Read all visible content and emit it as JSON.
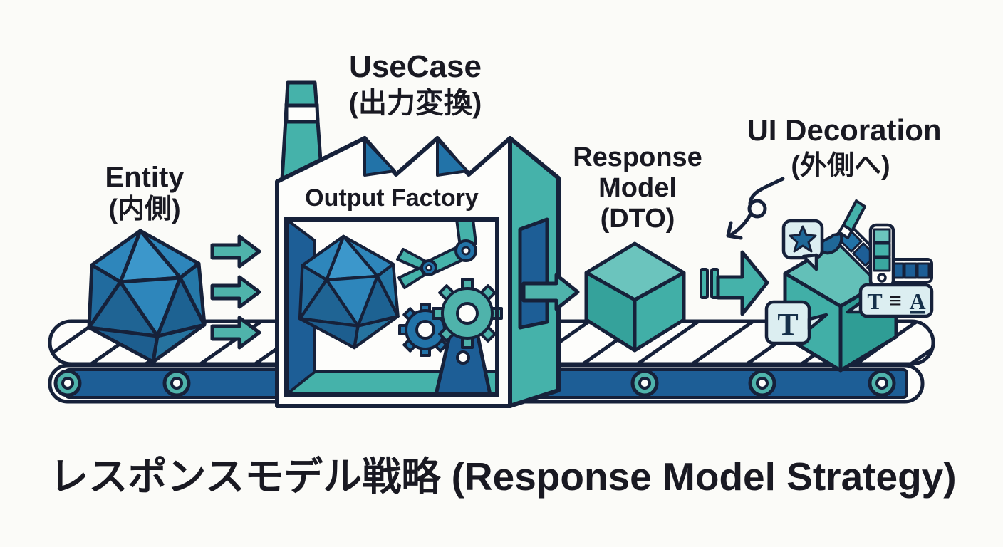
{
  "diagram": {
    "title": "レスポンスモデル戦略 (Response Model Strategy)",
    "stages": {
      "entity": {
        "label": "Entity",
        "sublabel": "(内側)"
      },
      "usecase": {
        "label": "UseCase",
        "sublabel": "(出力変換)",
        "factory_name": "Output Factory"
      },
      "response_model": {
        "line1": "Response",
        "line2": "Model",
        "line3": "(DTO)"
      },
      "ui_decoration": {
        "label": "UI Decoration",
        "sublabel": "(外側へ)"
      }
    },
    "badges": {
      "text_bubble": "T",
      "typography": {
        "t": "T",
        "equiv": "≡",
        "a": "A"
      }
    },
    "icons": [
      "entity-icosahedron",
      "flow-arrows",
      "factory-chimney",
      "robot-arm",
      "gears",
      "conveyor-belt",
      "response-cube",
      "speed-arrow",
      "curved-arrow",
      "star-bubble",
      "paintbrush",
      "color-swatches"
    ],
    "colors": {
      "teal": "#45B2AA",
      "teal_light": "#63C0B8",
      "teal_dark": "#2F9D95",
      "blue": "#2273A8",
      "blue_dark": "#1D5E96",
      "outline": "#16213A",
      "bubble_bg": "#DCEEF1",
      "background": "#FBFBF8",
      "ink": "#191922"
    }
  }
}
